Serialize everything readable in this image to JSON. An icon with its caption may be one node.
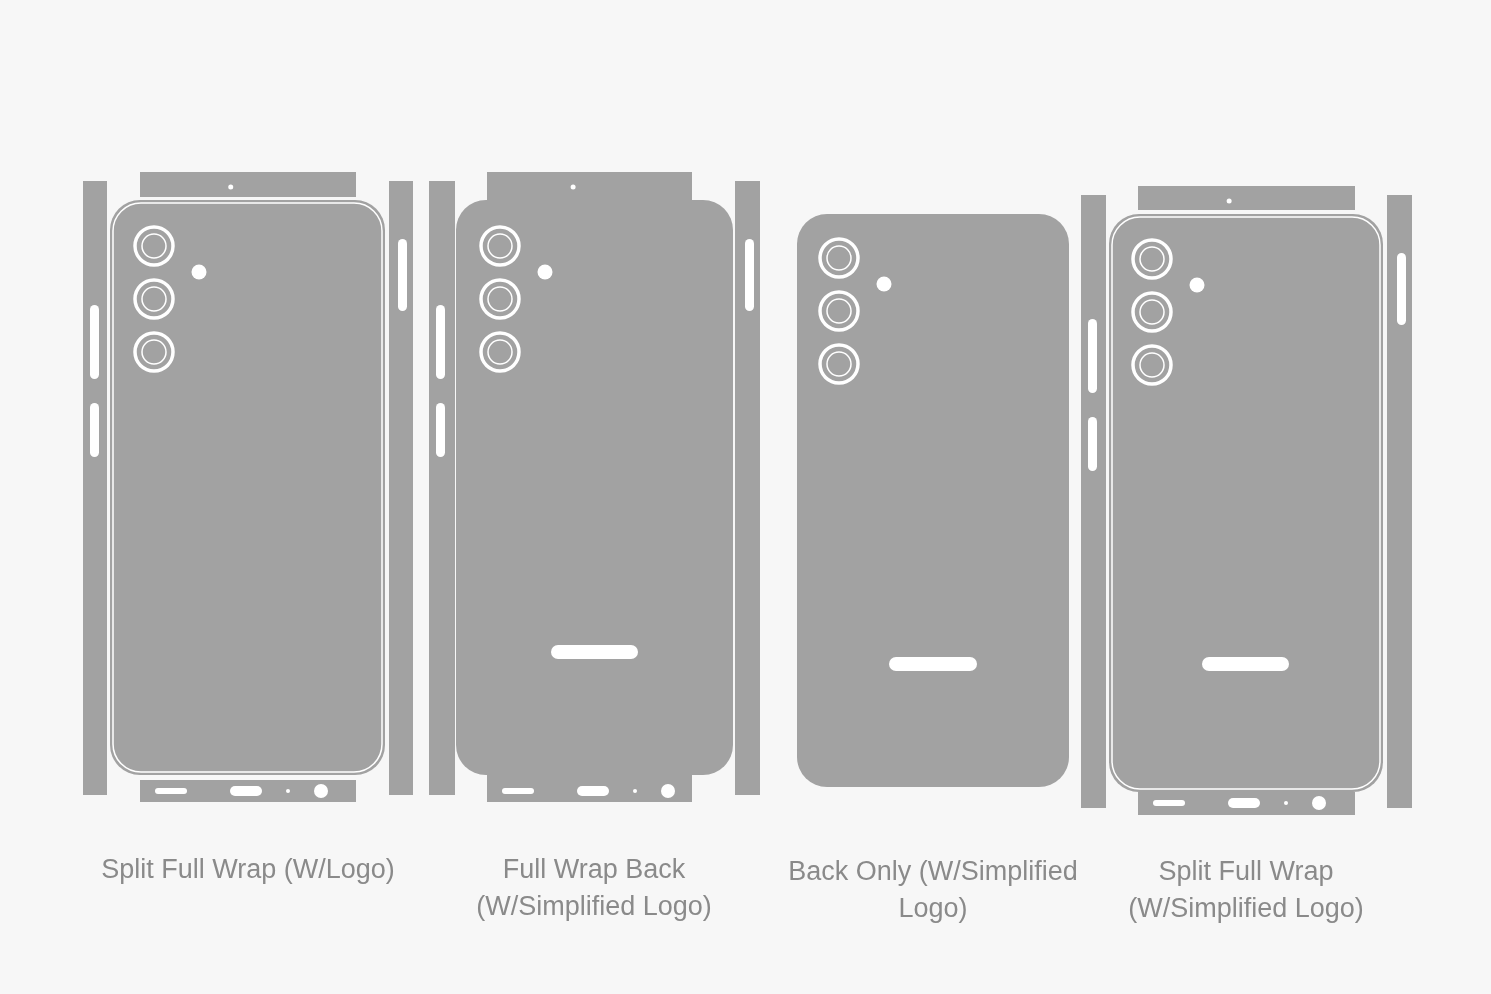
{
  "diagram": {
    "labels": [
      "Split Full Wrap (W/Logo)",
      "Full Wrap Back (W/Simplified Logo)",
      "Back Only (W/Simplified Logo)",
      "Split Full Wrap (W/Simplified Logo)"
    ]
  }
}
